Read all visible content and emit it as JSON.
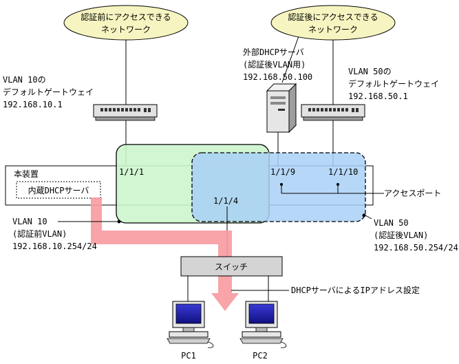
{
  "clouds": {
    "pre": {
      "line1": "認証前にアクセスできる",
      "line2": "ネットワーク"
    },
    "post": {
      "line1": "認証後にアクセスできる",
      "line2": "ネットワーク"
    }
  },
  "vlan10_gateway": {
    "line1": "VLAN 10の",
    "line2": "デフォルトゲートウェイ",
    "ip": "192.168.10.1"
  },
  "vlan50_gateway": {
    "line1": "VLAN 50の",
    "line2": "デフォルトゲートウェイ",
    "ip": "192.168.50.1"
  },
  "external_dhcp": {
    "line1": "外部DHCPサーバ",
    "line2": "(認証後VLAN用)",
    "ip": "192.168.50.100"
  },
  "device": {
    "label": "本装置",
    "internal_dhcp": "内蔵DHCPサーバ"
  },
  "ports": {
    "p1": "1/1/1",
    "p9": "1/1/9",
    "p10": "1/1/10",
    "p4": "1/1/4"
  },
  "access_port": "アクセスポート",
  "vlan10": {
    "line1": "VLAN 10",
    "line2": "(認証前VLAN)",
    "ip": "192.168.10.254/24"
  },
  "vlan50": {
    "line1": "VLAN 50",
    "line2": "(認証後VLAN)",
    "ip": "192.168.50.254/24"
  },
  "switch_label": "スイッチ",
  "dhcp_note": "DHCPサーバによるIPアドレス設定",
  "pcs": {
    "pc1": "PC1",
    "pc2": "PC2"
  },
  "colors": {
    "cloud_fill": "#f6f5c1",
    "vlan10_fill": "#ccf5cc",
    "vlan50_fill": "#a9d0f6",
    "arrow": "#f79aa0",
    "switch_fill": "#d4d4d4",
    "pc_screen": "#1a1aa6"
  }
}
